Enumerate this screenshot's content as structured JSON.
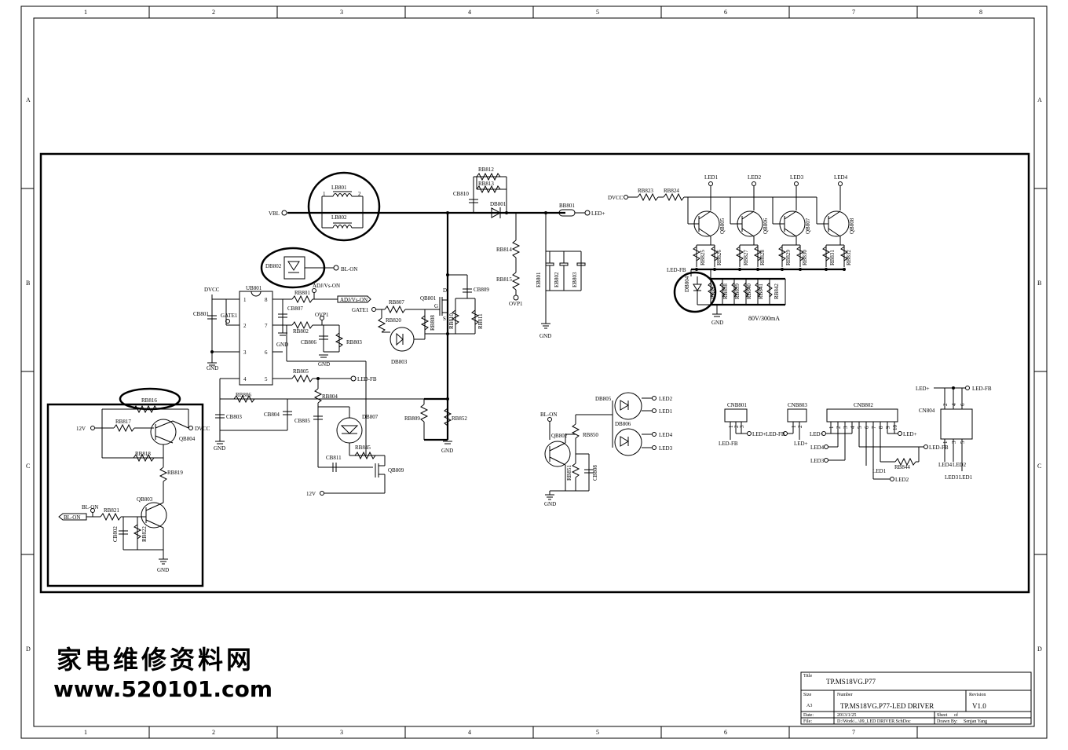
{
  "rulers": {
    "columns": [
      "1",
      "2",
      "3",
      "4",
      "5",
      "6",
      "7",
      "8"
    ],
    "rows": [
      "A",
      "B",
      "C",
      "D"
    ]
  },
  "title_block": {
    "title_label": "Title",
    "title": "TP.MS18VG.P77",
    "size_label": "Size",
    "size": "A3",
    "number_label": "Number",
    "number": "TP.MS18VG.P77-LED DRIVER",
    "revision_label": "Revision",
    "revision": "V1.0",
    "date_label": "Date:",
    "date": "2013/1/25",
    "file_label": "File:",
    "file": "D:\\Work\\...\\09_LED DRIVER.SchDoc",
    "sheet_label": "Sheet",
    "of_label": "of",
    "drawn_label": "Drawn By:",
    "drawn_by": "Senjan Yang"
  },
  "watermark": {
    "chinese": "家电维修资料网",
    "url": "www.520101.com"
  },
  "nets": {
    "vbl": "VBL",
    "dvcc": "DVCC",
    "gnd": "GND",
    "bl_on": "BL-ON",
    "led_plus": "LED+",
    "led_fb": "LED-FB",
    "ovp1": "OVP1",
    "gate1": "GATE1",
    "adj": "ADJ/Vs-ON",
    "v12": "12V",
    "led1": "LED1",
    "led2": "LED2",
    "led3": "LED3",
    "led4": "LED4",
    "rating": "80V/300mA"
  },
  "parts": {
    "lb801": "LB801",
    "lb802": "LB802",
    "db801": "DB801",
    "db802": "DB802",
    "db803": "DB803",
    "db804": "DB804",
    "db805": "DB805",
    "db806": "DB806",
    "db807": "DB807",
    "bb801": "BB801",
    "ub801": "UB801",
    "qb801": "QB801",
    "qb802": "QB802",
    "qb803": "QB803",
    "qb804": "QB804",
    "qb805": "QB805",
    "qb806": "QB806",
    "qb807": "QB807",
    "qb808": "QB808",
    "qb809": "QB809",
    "cb801": "CB801",
    "cb802": "CB802",
    "cb803": "CB803",
    "cb804": "CB804",
    "cb805": "CB805",
    "cb806": "CB806",
    "cb807": "CB807",
    "cb808": "CB808",
    "cb809": "CB809",
    "cb810": "CB810",
    "cb811": "CB811",
    "eb801": "EB801",
    "eb802": "EB802",
    "eb803": "EB803",
    "rb801": "RB801",
    "rb802": "RB802",
    "rb803": "RB803",
    "rb804": "RB804",
    "rb805": "RB805",
    "rb806": "RB806",
    "rb807": "RB807",
    "rb808": "RB808",
    "rb809": "RB809",
    "rb810": "RB810",
    "rb811": "RB811",
    "rb812": "RB812",
    "rb813": "RB813",
    "rb814": "RB814",
    "rb815": "RB815",
    "rb816": "RB816",
    "rb817": "RB817",
    "rb818": "RB818",
    "rb819": "RB819",
    "rb820": "RB820",
    "rb821": "RB821",
    "rb822": "RB822",
    "rb823": "RB823",
    "rb824": "RB824",
    "rb825": "RB825",
    "rb826": "RB826",
    "rb827": "RB827",
    "rb828": "RB828",
    "rb829": "RB829",
    "rb830": "RB830",
    "rb831": "RB831",
    "rb832": "RB832",
    "rb837": "RB837",
    "rb838": "RB838",
    "rb839": "RB839",
    "rb840": "RB840",
    "rb841": "RB841",
    "rb842": "RB842",
    "rb844": "RB844",
    "rb845": "RB845",
    "rb850": "RB850",
    "rb851": "RB851",
    "rb852": "RB852",
    "cnb801": "CNB801",
    "cnb802": "CNB802",
    "cnb803": "CNB803",
    "cnb804": "CN804",
    "d": "D",
    "g": "G",
    "s": "S"
  },
  "pins": {
    "ub_left": [
      "1",
      "2",
      "3",
      "4"
    ],
    "ub_right": [
      "8",
      "7",
      "6",
      "5"
    ],
    "l1": "1",
    "l2": "2",
    "cnb801": [
      "1",
      "2",
      "3"
    ],
    "cnb803": [
      "1",
      "2"
    ],
    "cnb802": [
      "1",
      "2",
      "3",
      "4",
      "5",
      "6",
      "7",
      "8",
      "9",
      "10"
    ],
    "cn804": [
      "2",
      "1",
      "4",
      "3",
      "6",
      "5"
    ]
  }
}
